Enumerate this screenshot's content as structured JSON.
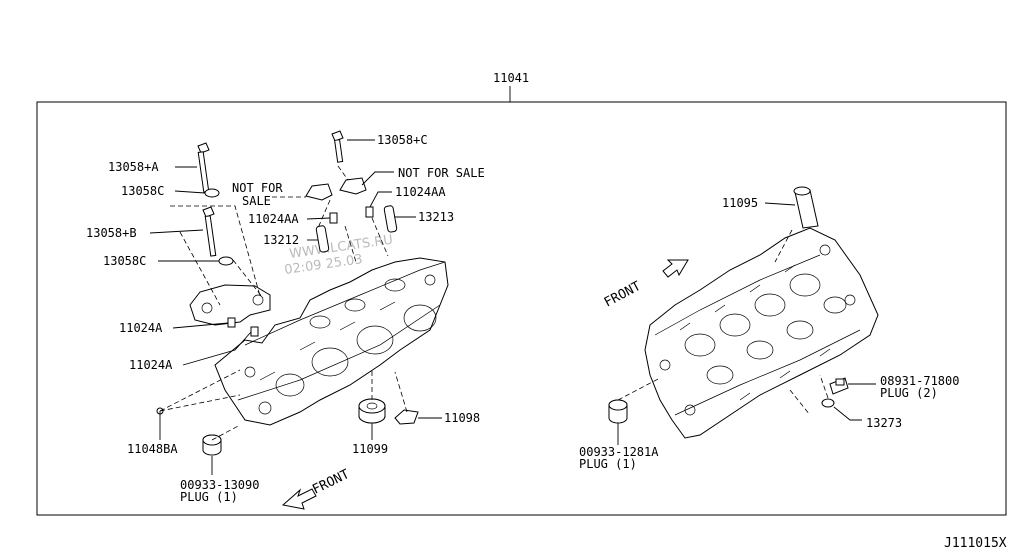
{
  "diagram": {
    "assembly_label": "11041",
    "figure_id": "J111015X",
    "watermark": {
      "line1": "WWW.LCATS.RU",
      "line2": "02:09 25.03"
    },
    "front_left": "FRONT",
    "front_right": "FRONT",
    "parts": {
      "p13058_c": "13058+C",
      "not_for_sale_right": "NOT FOR SALE",
      "not_for_sale_left_1": "NOT FOR",
      "not_for_sale_left_2": "SALE",
      "p13058_a": "13058+A",
      "p13058c_upper": "13058C",
      "p11024aa_right": "11024AA",
      "p11024aa_left": "11024AA",
      "p13213": "13213",
      "p13212": "13212",
      "p13058_b": "13058+B",
      "p13058c_lower": "13058C",
      "p11024a_upper": "11024A",
      "p11024a_lower": "11024A",
      "p11048ba": "11048BA",
      "p11099": "11099",
      "p11098": "11098",
      "plug_left_no": "00933-13090",
      "plug_left_qty": "PLUG (1)",
      "p11095": "11095",
      "plug_right_no": "00933-1281A",
      "plug_right_qty": "PLUG (1)",
      "plug2_no": "08931-71800",
      "plug2_qty": "PLUG (2)",
      "p13273": "13273"
    }
  }
}
